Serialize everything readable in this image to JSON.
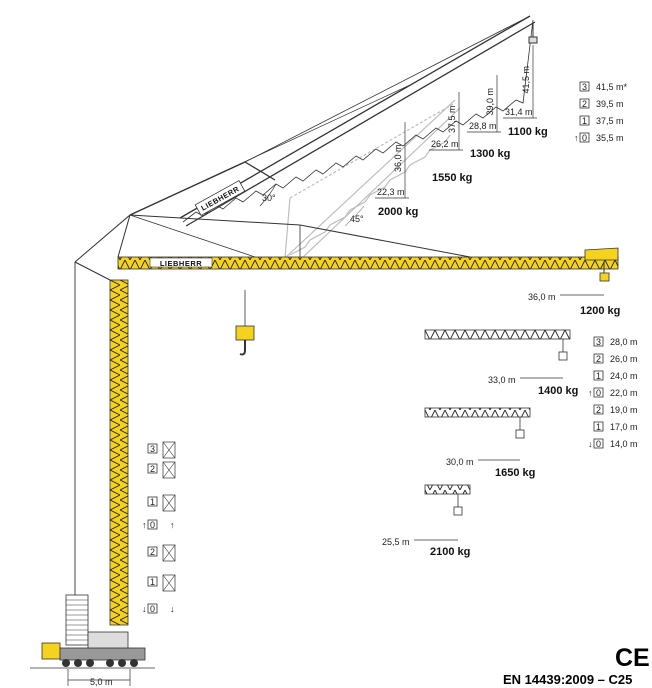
{
  "brand": "LIEBHERR",
  "angles": {
    "a30": "30°",
    "a45": "45°"
  },
  "luffing_configs": [
    {
      "load": "1100 kg",
      "radius": "31,4 m",
      "height": "41,5 m"
    },
    {
      "load": "1300 kg",
      "radius": "28,8 m",
      "height": "39,0 m"
    },
    {
      "load": "1550 kg",
      "radius": "26,2 m",
      "height": "37,5 m"
    },
    {
      "load": "2000 kg",
      "radius": "22,3 m",
      "height": "36,0 m"
    }
  ],
  "horizontal_configs": [
    {
      "load": "1200 kg",
      "radius": "36,0 m"
    },
    {
      "load": "1400 kg",
      "radius": "33,0 m"
    },
    {
      "load": "1650 kg",
      "radius": "30,0 m"
    },
    {
      "load": "2100 kg",
      "radius": "25,5 m"
    }
  ],
  "height_legend_luffing": [
    {
      "key": "3",
      "value": "41,5 m*"
    },
    {
      "key": "2",
      "value": "39,5 m"
    },
    {
      "key": "1",
      "value": "37,5 m"
    },
    {
      "key": "0",
      "value": "35,5 m",
      "arrow": "up"
    }
  ],
  "height_legend_horizontal": [
    {
      "key": "3",
      "value": "28,0 m"
    },
    {
      "key": "2",
      "value": "26,0 m"
    },
    {
      "key": "1",
      "value": "24,0 m"
    },
    {
      "key": "0",
      "value": "22,0 m",
      "arrow": "up"
    },
    {
      "key": "2",
      "value": "19,0 m"
    },
    {
      "key": "1",
      "value": "17,0 m"
    },
    {
      "key": "0",
      "value": "14,0 m",
      "arrow": "down"
    }
  ],
  "tower_sections": [
    "3",
    "2",
    "1",
    "0",
    "2",
    "1",
    "0"
  ],
  "base_width": "5,0 m",
  "mark": "CE",
  "standard": "EN 14439:2009 – C25",
  "colors": {
    "yellow": "#f5d21e",
    "dark": "#333333",
    "ghost": "#bdbdbd"
  }
}
